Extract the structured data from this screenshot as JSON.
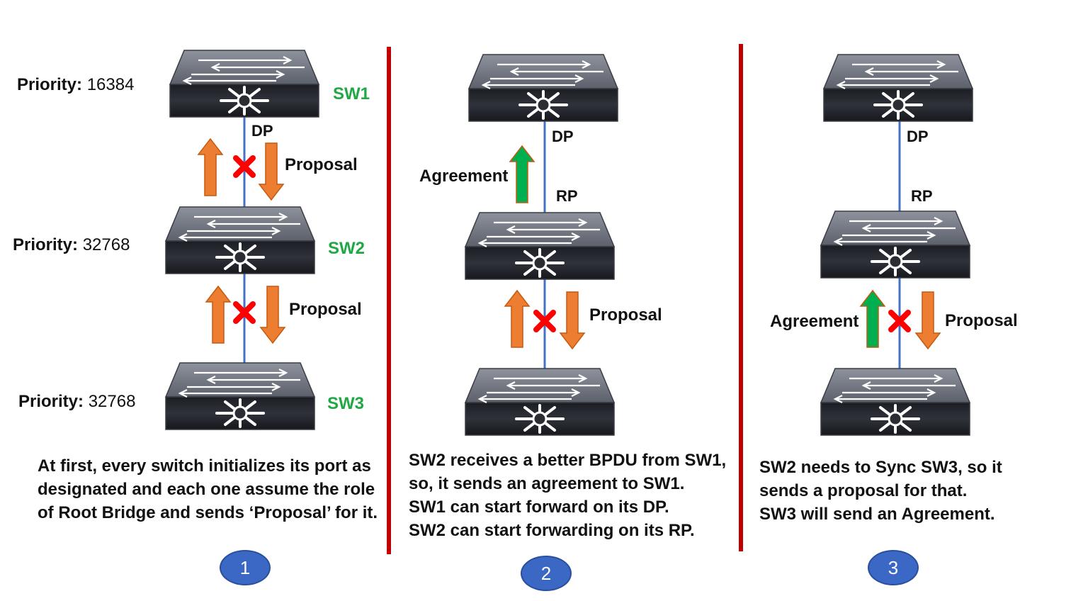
{
  "panel1": {
    "priorities": [
      {
        "label": "Priority:",
        "value": "16384"
      },
      {
        "label": "Priority:",
        "value": "32768"
      },
      {
        "label": "Priority:",
        "value": "32768"
      }
    ],
    "switch_names": [
      "SW1",
      "SW2",
      "SW3"
    ],
    "port_label": "DP",
    "proposal_label": "Proposal",
    "description": [
      "At first, every switch initializes its port as",
      "designated and each one assume the role",
      "of Root Bridge and sends ‘Proposal’ for it."
    ],
    "step": "1"
  },
  "panel2": {
    "dp_label": "DP",
    "rp_label": "RP",
    "agreement_label": "Agreement",
    "proposal_label": "Proposal",
    "description": [
      "SW2 receives a better BPDU from SW1,",
      "so, it sends an agreement to SW1.",
      "SW1 can start forward on its DP.",
      "SW2 can start forwarding on its RP."
    ],
    "step": "2"
  },
  "panel3": {
    "dp_label": "DP",
    "rp_label": "RP",
    "agreement_label": "Agreement",
    "proposal_label": "Proposal",
    "description": [
      "SW2 needs to Sync SW3, so it",
      "sends a proposal for that.",
      "SW3 will send an Agreement."
    ],
    "step": "3"
  },
  "colors": {
    "divider": "#c00000",
    "link": "#4472c4",
    "orange_arrow": "#ed7d31",
    "green_arrow": "#00b050",
    "blocked_x": "#ff0000",
    "switch_name": "#20a845",
    "step_circle": "#3a68c4"
  }
}
